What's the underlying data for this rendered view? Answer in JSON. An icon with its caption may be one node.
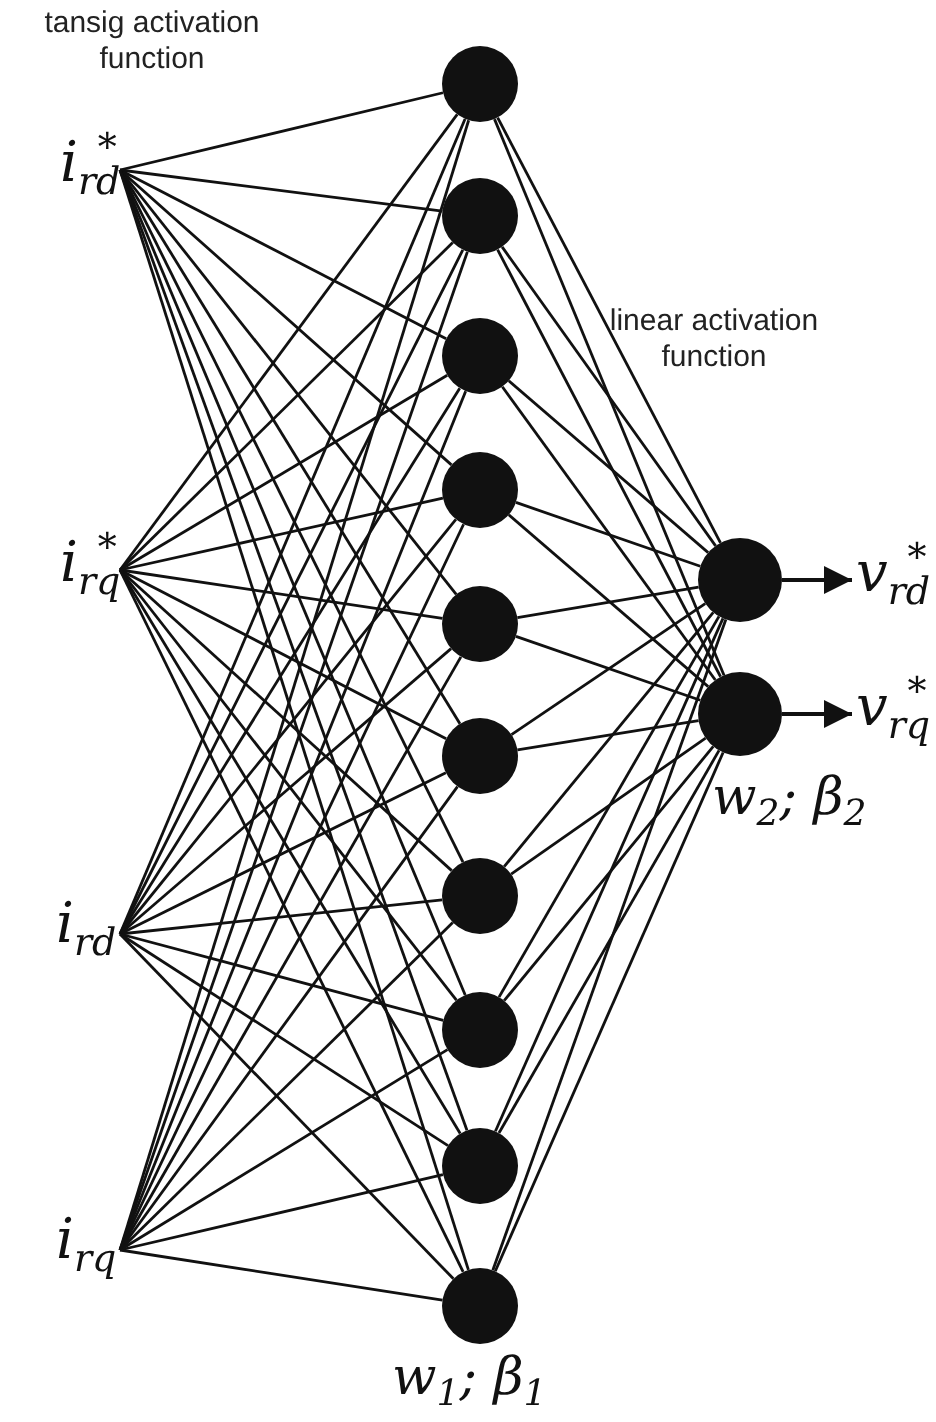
{
  "diagram": {
    "nodes": [
      {
        "text": [
          "i$_{rd}$$^{*}$"
        ]
      },
      {
        "text": [
          "i$_{rq}$$^{*}$"
        ]
      },
      {
        "text": [
          "i$_{rd}$"
        ]
      },
      {
        "text": [
          "i$_{rq}$"
        ]
      },
      {
        "text": [],
        "shape": "circle"
      },
      {
        "text": [],
        "shape": "circle"
      },
      {
        "text": [],
        "shape": "circle"
      },
      {
        "text": [],
        "shape": "circle"
      },
      {
        "text": [],
        "shape": "circle"
      },
      {
        "text": [],
        "shape": "circle"
      },
      {
        "text": [],
        "shape": "circle"
      },
      {
        "text": [],
        "shape": "circle"
      },
      {
        "text": [],
        "shape": "circle"
      },
      {
        "text": [],
        "shape": "circle"
      },
      {
        "text": [],
        "shape": "circle"
      },
      {
        "text": [],
        "shape": "circle"
      },
      {
        "text": [
          "v$_{rd}$$^{*}$"
        ]
      },
      {
        "text": [
          "v$_{rq}$$^{*}$"
        ]
      }
    ],
    "edges": [
      {
        "from": 0,
        "to": 4,
        "arrow": "none"
      },
      {
        "from": 0,
        "to": 5,
        "arrow": "none"
      },
      {
        "from": 0,
        "to": 6,
        "arrow": "none"
      },
      {
        "from": 0,
        "to": 7,
        "arrow": "none"
      },
      {
        "from": 0,
        "to": 8,
        "arrow": "none"
      },
      {
        "from": 0,
        "to": 9,
        "arrow": "none"
      },
      {
        "from": 0,
        "to": 10,
        "arrow": "none"
      },
      {
        "from": 0,
        "to": 11,
        "arrow": "none"
      },
      {
        "from": 0,
        "to": 12,
        "arrow": "none"
      },
      {
        "from": 0,
        "to": 13,
        "arrow": "none"
      },
      {
        "from": 1,
        "to": 4,
        "arrow": "none"
      },
      {
        "from": 1,
        "to": 5,
        "arrow": "none"
      },
      {
        "from": 1,
        "to": 6,
        "arrow": "none"
      },
      {
        "from": 1,
        "to": 7,
        "arrow": "none"
      },
      {
        "from": 1,
        "to": 8,
        "arrow": "none"
      },
      {
        "from": 1,
        "to": 9,
        "arrow": "none"
      },
      {
        "from": 1,
        "to": 10,
        "arrow": "none"
      },
      {
        "from": 1,
        "to": 11,
        "arrow": "none"
      },
      {
        "from": 1,
        "to": 12,
        "arrow": "none"
      },
      {
        "from": 1,
        "to": 13,
        "arrow": "none"
      },
      {
        "from": 2,
        "to": 4,
        "arrow": "none"
      },
      {
        "from": 2,
        "to": 5,
        "arrow": "none"
      },
      {
        "from": 2,
        "to": 6,
        "arrow": "none"
      },
      {
        "from": 2,
        "to": 7,
        "arrow": "none"
      },
      {
        "from": 2,
        "to": 8,
        "arrow": "none"
      },
      {
        "from": 2,
        "to": 9,
        "arrow": "none"
      },
      {
        "from": 2,
        "to": 10,
        "arrow": "none"
      },
      {
        "from": 2,
        "to": 11,
        "arrow": "none"
      },
      {
        "from": 2,
        "to": 12,
        "arrow": "none"
      },
      {
        "from": 2,
        "to": 13,
        "arrow": "none"
      },
      {
        "from": 3,
        "to": 4,
        "arrow": "none"
      },
      {
        "from": 3,
        "to": 5,
        "arrow": "none"
      },
      {
        "from": 3,
        "to": 6,
        "arrow": "none"
      },
      {
        "from": 3,
        "to": 7,
        "arrow": "none"
      },
      {
        "from": 3,
        "to": 8,
        "arrow": "none"
      },
      {
        "from": 3,
        "to": 9,
        "arrow": "none"
      },
      {
        "from": 3,
        "to": 10,
        "arrow": "none"
      },
      {
        "from": 3,
        "to": 11,
        "arrow": "none"
      },
      {
        "from": 3,
        "to": 12,
        "arrow": "none"
      },
      {
        "from": 3,
        "to": 13,
        "arrow": "none"
      },
      {
        "from": 4,
        "to": 14,
        "arrow": "none"
      },
      {
        "from": 4,
        "to": 15,
        "arrow": "none"
      },
      {
        "from": 5,
        "to": 14,
        "arrow": "none"
      },
      {
        "from": 5,
        "to": 15,
        "arrow": "none"
      },
      {
        "from": 6,
        "to": 14,
        "arrow": "none"
      },
      {
        "from": 6,
        "to": 15,
        "arrow": "none"
      },
      {
        "from": 7,
        "to": 14,
        "arrow": "none"
      },
      {
        "from": 7,
        "to": 15,
        "arrow": "none"
      },
      {
        "from": 8,
        "to": 14,
        "arrow": "none"
      },
      {
        "from": 8,
        "to": 15,
        "arrow": "none"
      },
      {
        "from": 9,
        "to": 14,
        "arrow": "none"
      },
      {
        "from": 9,
        "to": 15,
        "arrow": "none"
      },
      {
        "from": 10,
        "to": 14,
        "arrow": "none"
      },
      {
        "from": 10,
        "to": 15,
        "arrow": "none"
      },
      {
        "from": 11,
        "to": 14,
        "arrow": "none"
      },
      {
        "from": 11,
        "to": 15,
        "arrow": "none"
      },
      {
        "from": 12,
        "to": 14,
        "arrow": "none"
      },
      {
        "from": 12,
        "to": 15,
        "arrow": "none"
      },
      {
        "from": 13,
        "to": 14,
        "arrow": "none"
      },
      {
        "from": 13,
        "to": 15,
        "arrow": "none"
      },
      {
        "from": 14,
        "to": 16,
        "arrow": "to"
      },
      {
        "from": 15,
        "to": 17,
        "arrow": "to"
      }
    ],
    "labels": [
      "tansig activation function",
      "linear activation function",
      "w$_{1}$; β$_{1}$",
      "w$_{2}$; β$_{2}$"
    ]
  }
}
